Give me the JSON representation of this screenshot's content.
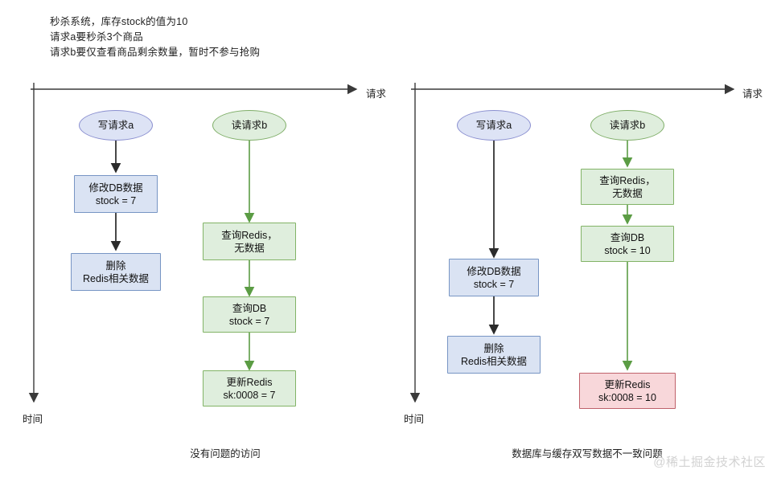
{
  "note": {
    "lines": [
      "秒杀系统，库存stock的值为10",
      "请求a要秒杀3个商品",
      "请求b要仅查看商品剩余数量，暂时不参与抢购"
    ]
  },
  "axes": {
    "request_label": "请求",
    "time_label": "时间"
  },
  "left_diagram": {
    "caption": "没有问题的访问",
    "write_flow": {
      "start": "写请求a",
      "steps": [
        {
          "line1": "修改DB数据",
          "line2": "stock = 7"
        },
        {
          "line1": "删除",
          "line2": "Redis相关数据"
        }
      ]
    },
    "read_flow": {
      "start": "读请求b",
      "steps": [
        {
          "line1": "查询Redis，",
          "line2": "无数据"
        },
        {
          "line1": "查询DB",
          "line2": "stock = 7"
        },
        {
          "line1": "更新Redis",
          "line2": "sk:0008 = 7"
        }
      ]
    }
  },
  "right_diagram": {
    "caption": "数据库与缓存双写数据不一致问题",
    "write_flow": {
      "start": "写请求a",
      "steps": [
        {
          "line1": "修改DB数据",
          "line2": "stock = 7"
        },
        {
          "line1": "删除",
          "line2": "Redis相关数据"
        }
      ]
    },
    "read_flow": {
      "start": "读请求b",
      "steps": [
        {
          "line1": "查询Redis，",
          "line2": "无数据"
        },
        {
          "line1": "查询DB",
          "line2": "stock = 10"
        },
        {
          "line1": "更新Redis",
          "line2": "sk:0008 = 10"
        }
      ]
    }
  },
  "watermark": "@稀土掘金技术社区",
  "colors": {
    "blue_fill": "#dae3f3",
    "blue_border": "#7795c4",
    "green_fill": "#dfeedd",
    "green_border": "#82b366",
    "red_fill": "#f8d7da",
    "red_border": "#bf616a",
    "axis": "#3a3a3a"
  }
}
